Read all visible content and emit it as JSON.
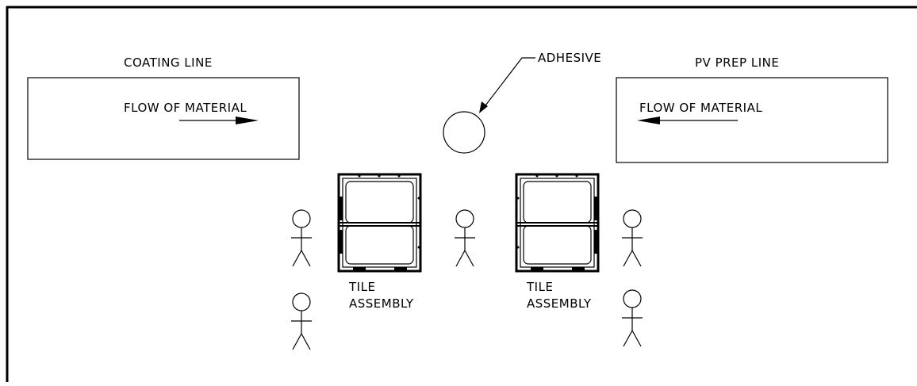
{
  "coating_line": {
    "title": "COATING LINE",
    "flow_label": "FLOW OF MATERIAL",
    "flow_direction": "right"
  },
  "pv_prep_line": {
    "title": "PV PREP LINE",
    "flow_label": "FLOW OF MATERIAL",
    "flow_direction": "left"
  },
  "adhesive": {
    "label": "ADHESIVE"
  },
  "tile_assemblies": [
    {
      "line1": "TILE",
      "line2": "ASSEMBLY"
    },
    {
      "line1": "TILE",
      "line2": "ASSEMBLY"
    }
  ],
  "workers_count": 5
}
